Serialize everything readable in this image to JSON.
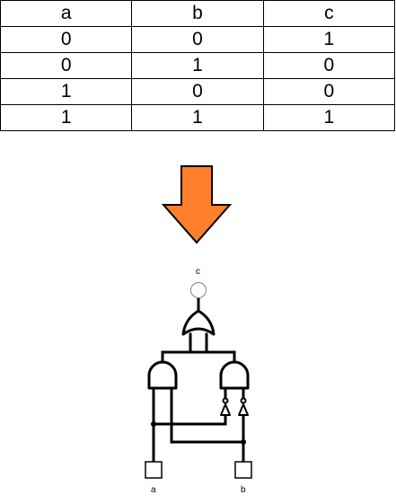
{
  "truth_table": {
    "headers": [
      "a",
      "b",
      "c"
    ],
    "rows": [
      [
        "0",
        "0",
        "1"
      ],
      [
        "0",
        "1",
        "0"
      ],
      [
        "1",
        "0",
        "0"
      ],
      [
        "1",
        "1",
        "1"
      ]
    ]
  },
  "arrow": {
    "direction": "down",
    "fill_color": "#FF7F2A",
    "stroke_color": "#000000"
  },
  "circuit": {
    "output_label": "c",
    "input_a_label": "a",
    "input_b_label": "b",
    "gates": [
      "or-gate",
      "and-gate",
      "and-gate",
      "not-gate",
      "not-gate"
    ],
    "wire_color": "#000000",
    "output_pin_stroke": "#808080"
  }
}
